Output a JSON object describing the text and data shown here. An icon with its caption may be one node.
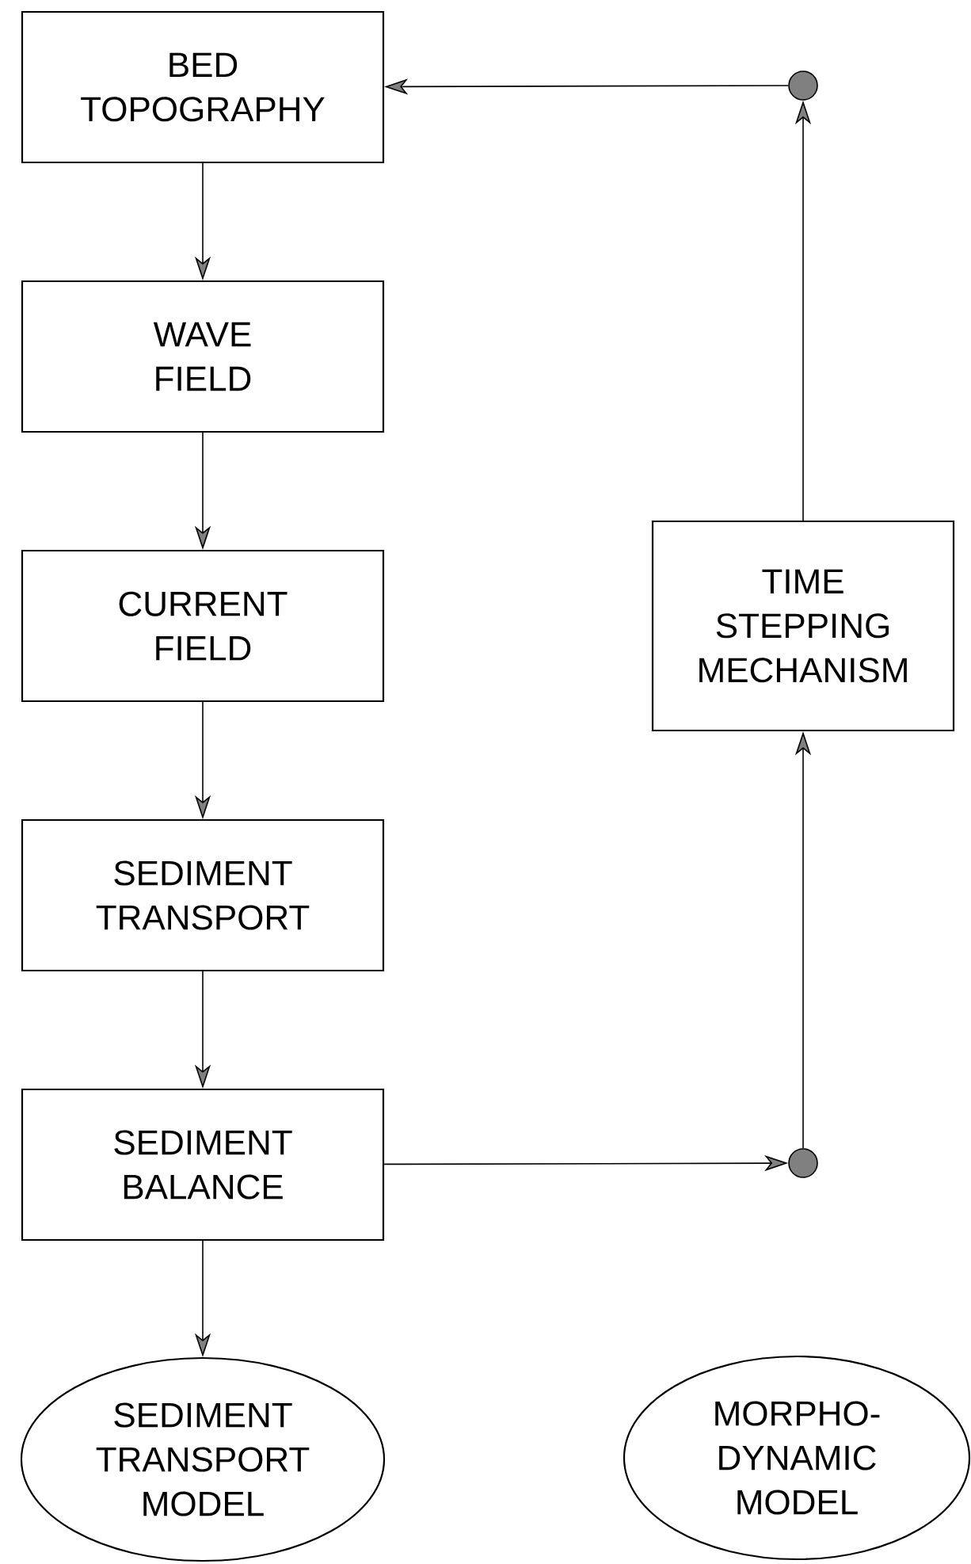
{
  "diagram": {
    "nodes": [
      {
        "text": [
          "BED TOPOGRAPHY"
        ]
      },
      {
        "text": [
          "WAVE FIELD"
        ]
      },
      {
        "text": [
          "CURRENT FIELD"
        ]
      },
      {
        "text": [
          "SEDIMENT TRANSPORT"
        ]
      },
      {
        "text": [
          "SEDIMENT BALANCE"
        ]
      },
      {
        "text": [
          "SEDIMENT TRANSPORT MODEL"
        ]
      },
      {
        "text": [
          "TIME STEPPING MECHANISM"
        ]
      },
      {
        "text": [],
        "shape": "circle"
      },
      {
        "text": [],
        "shape": "circle"
      },
      {
        "text": [
          "MORPHO- DYNAMIC MODEL"
        ]
      }
    ],
    "edges": [
      {
        "from": 0,
        "to": 1,
        "arrow": "to"
      },
      {
        "from": 1,
        "to": 2,
        "arrow": "to"
      },
      {
        "from": 2,
        "to": 3,
        "arrow": "to"
      },
      {
        "from": 3,
        "to": 4,
        "arrow": "to"
      },
      {
        "from": 4,
        "to": 5,
        "arrow": "to"
      },
      {
        "from": 4,
        "to": 8,
        "arrow": "to"
      },
      {
        "from": 8,
        "to": 6,
        "arrow": "to"
      },
      {
        "from": 6,
        "to": 7,
        "arrow": "to"
      },
      {
        "from": 7,
        "to": 0,
        "arrow": "to"
      }
    ]
  }
}
